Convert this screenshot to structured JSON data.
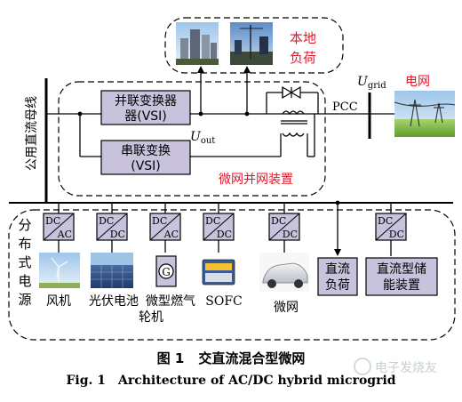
{
  "diagram": {
    "dc_bus_label": "公用直流母线",
    "local_load": "本地\n负荷",
    "parallel_converter": "并联变换器\n器(VSI)",
    "series_converter": "串联变换\n(VSI)",
    "u_out": "U",
    "u_out_sub": "out",
    "u_grid": "U",
    "u_grid_sub": "grid",
    "pcc": "PCC",
    "grid": "电网",
    "microgrid_device": "微网并网装置",
    "distributed_source": "分\n布\n式\n电\n源",
    "converters": [
      {
        "top": "DC",
        "bottom": "AC"
      },
      {
        "top": "DC",
        "bottom": "DC"
      },
      {
        "top": "DC",
        "bottom": "AC"
      },
      {
        "top": "DC",
        "bottom": "DC"
      },
      {
        "top": "DC",
        "bottom": "DC"
      },
      {
        "top": "DC",
        "bottom": "DC"
      }
    ],
    "sources": [
      "风机",
      "光伏电池",
      "微型燃气\n轮机",
      "SOFC",
      "微网"
    ],
    "dc_load": "直流\n负荷",
    "storage": "直流型储\n能装置",
    "generator_symbol": "G"
  },
  "caption": {
    "zh_num": "图 1",
    "zh_text": "交直流混合型微网",
    "en_num": "Fig. 1",
    "en_text": "Architecture of AC/DC hybrid microgrid"
  },
  "watermark": "电子发烧友",
  "colors": {
    "box_fill": "#c8c2dc",
    "red_text": "#e0162b",
    "line": "#000000"
  }
}
